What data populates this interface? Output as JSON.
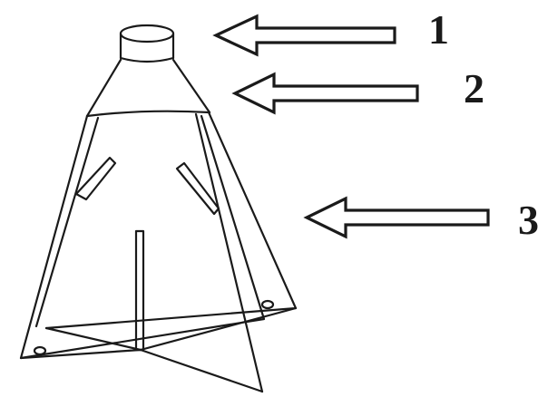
{
  "diagram": {
    "parts": [
      {
        "id": "1",
        "label": "1",
        "depicts": "top-cap"
      },
      {
        "id": "2",
        "label": "2",
        "depicts": "cone-collar"
      },
      {
        "id": "3",
        "label": "3",
        "depicts": "trap-body"
      }
    ],
    "colors": {
      "ink": "#1a1a1a",
      "background": "#ffffff"
    }
  }
}
